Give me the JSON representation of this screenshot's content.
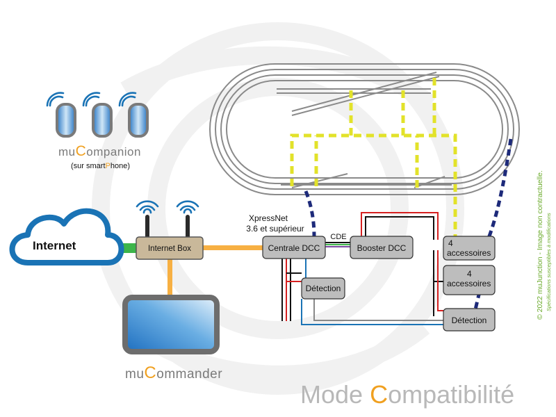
{
  "colors": {
    "cloud": "#1a73b5",
    "internet_link": "#3cb54a",
    "orange_link": "#f7b043",
    "box_fill": "#bdbdbd",
    "router_fill": "#c9b89a",
    "yellow_dash": "#e2e22a",
    "navy_dash": "#1d2a7a",
    "accent_orange": "#f0a020",
    "copyright_green": "#6cab2d"
  },
  "labels": {
    "internet": "Internet",
    "internet_box": "Internet Box",
    "centrale": "Centrale DCC",
    "booster": "Booster DCC",
    "detection_left": "Détection",
    "detection_right": "Détection",
    "acc1_line1": "4",
    "acc1_line2": "accessoires",
    "acc2_line1": "4",
    "acc2_line2": "accessoires",
    "cde": "CDE",
    "xpressnet_line1": "XpressNet",
    "xpressnet_line2": "3.6 et supérieur"
  },
  "mucompanion": {
    "prefix": "mu",
    "accent": "C",
    "rest": "ompanion",
    "sub_pre": "(sur smart",
    "sub_accent": "P",
    "sub_post": "hone)"
  },
  "mucommander": {
    "prefix": "mu",
    "accent": "C",
    "rest": "ommander"
  },
  "footer": {
    "mode_pre": "Mode ",
    "mode_accent": "C",
    "mode_post": "ompatibilité"
  },
  "copyright": {
    "line1": "© 2022 muJunction - Image non contractuelle.",
    "line2": "Spécifications susceptibles à modifications"
  },
  "icons": {
    "wifi": "wifi-icon",
    "cloud": "cloud-icon",
    "phone": "smartphone-icon",
    "tablet": "tablet-icon"
  }
}
